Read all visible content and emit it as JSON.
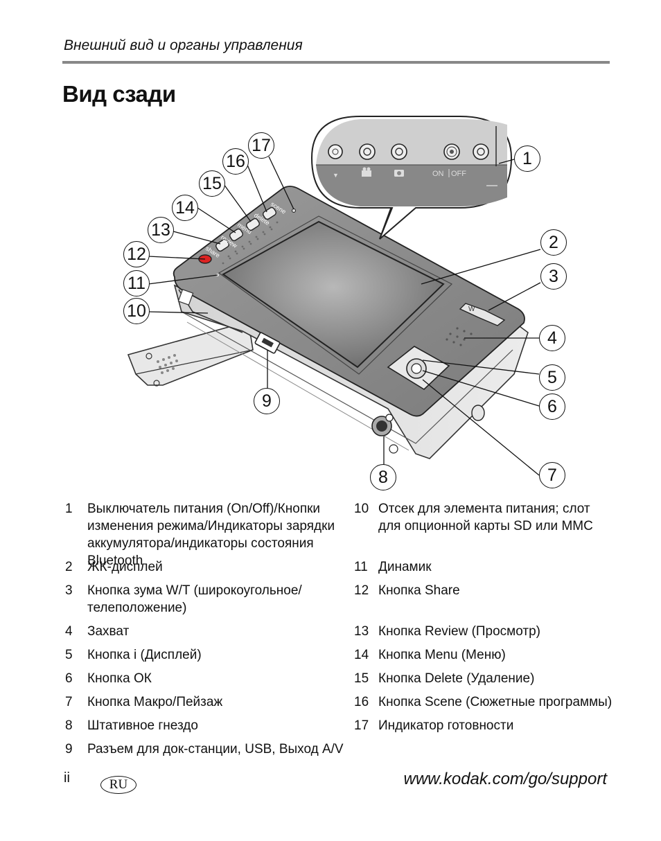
{
  "header": {
    "section_title": "Внешний вид и органы управления"
  },
  "page_title": "Вид сзади",
  "figure": {
    "mode_labels": {
      "on": "ON",
      "off": "OFF"
    },
    "button_labels": {
      "share": "share",
      "review": "review",
      "menu": "menu",
      "delete": "delete",
      "scene": "scene"
    },
    "zoom_label": "W",
    "callouts": [
      "1",
      "2",
      "3",
      "4",
      "5",
      "6",
      "7",
      "8",
      "9",
      "10",
      "11",
      "12",
      "13",
      "14",
      "15",
      "16",
      "17"
    ]
  },
  "legend": [
    {
      "num": "1",
      "text": "Выключатель питания (On/Off)/Кнопки изменения режима/Индикаторы зарядки аккумулятора/индикаторы состояния Bluetooth"
    },
    {
      "num": "2",
      "text": "ЖК-дисплей"
    },
    {
      "num": "3",
      "text": "Кнопка зума W/T (широкоугольное/телеположение)"
    },
    {
      "num": "4",
      "text": "Захват"
    },
    {
      "num": "5",
      "text": "Кнопка i (Дисплей)"
    },
    {
      "num": "6",
      "text": "Кнопка ОК"
    },
    {
      "num": "7",
      "text": "Кнопка Макро/Пейзаж"
    },
    {
      "num": "8",
      "text": "Штативное гнездо"
    },
    {
      "num": "9",
      "text": "Разъем для док-станции, USB, Выход A/V"
    },
    {
      "num": "10",
      "text": "Отсек для элемента питания; слот для опционной карты SD или MMC"
    },
    {
      "num": "11",
      "text": "Динамик"
    },
    {
      "num": "12",
      "text": "Кнопка Share"
    },
    {
      "num": "13",
      "text": "Кнопка Review (Просмотр)"
    },
    {
      "num": "14",
      "text": "Кнопка Menu (Меню)"
    },
    {
      "num": "15",
      "text": "Кнопка Delete (Удаление)"
    },
    {
      "num": "16",
      "text": "Кнопка Scene (Сюжетные программы)"
    },
    {
      "num": "17",
      "text": "Индикатор готовности"
    }
  ],
  "footer": {
    "page_number": "ii",
    "language_badge": "RU",
    "url": "www.kodak.com/go/support"
  }
}
